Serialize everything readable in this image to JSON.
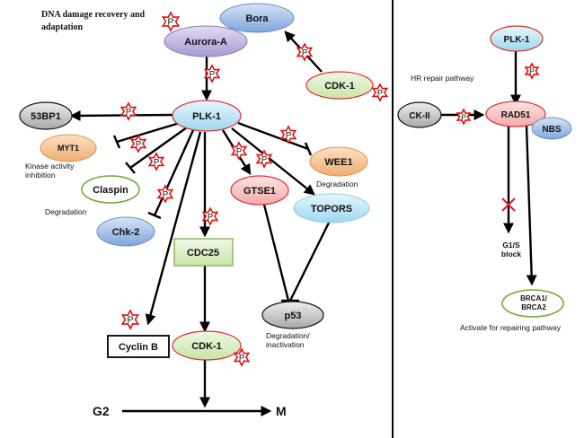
{
  "header_note": "DNA damage recovery and adaptation",
  "nodes": {
    "bora": "Bora",
    "aurora_a": "Aurora-A",
    "cdk1_top": "CDK-1",
    "plk1": "PLK-1",
    "bp53": "53BP1",
    "myt1": "MYT1",
    "claspin": "Claspin",
    "chk2": "Chk-2",
    "gtse1": "GTSE1",
    "topors": "TOPORS",
    "wee1": "WEE1",
    "cdc25": "CDC25",
    "p53": "p53",
    "cyclin_b": "Cyclin B",
    "cdk1_bottom": "CDK-1",
    "g2": "G2",
    "m": "M",
    "plk1_right": "PLK-1",
    "ck2": "CK-II",
    "rad51": "RAD51",
    "nbs": "NBS",
    "g1s_block": "G1/S block",
    "brca": "BRCA1/ BRCA2"
  },
  "annotations": {
    "kinase_inhibition": "Kinase activity inhibition",
    "degradation_claspin": "Degradation",
    "degradation_wee1": "Degradation",
    "degradation_p53": "Degradation/ inactivation",
    "hr_repair": "HR repair pathway",
    "activate_repair": "Activate for repairing pathway"
  },
  "phospho_label": "P",
  "colors": {
    "blue_fill": "#8db3e2",
    "purple_fill": "#b4a7d6",
    "cyan_fill": "#b7e3f5",
    "gray_fill": "#c0c0c0",
    "orange_fill": "#f5c08e",
    "green_box": "#d8eec4",
    "green_border": "#77a93f",
    "red_border": "#e03030",
    "star_red": "#e01010"
  }
}
